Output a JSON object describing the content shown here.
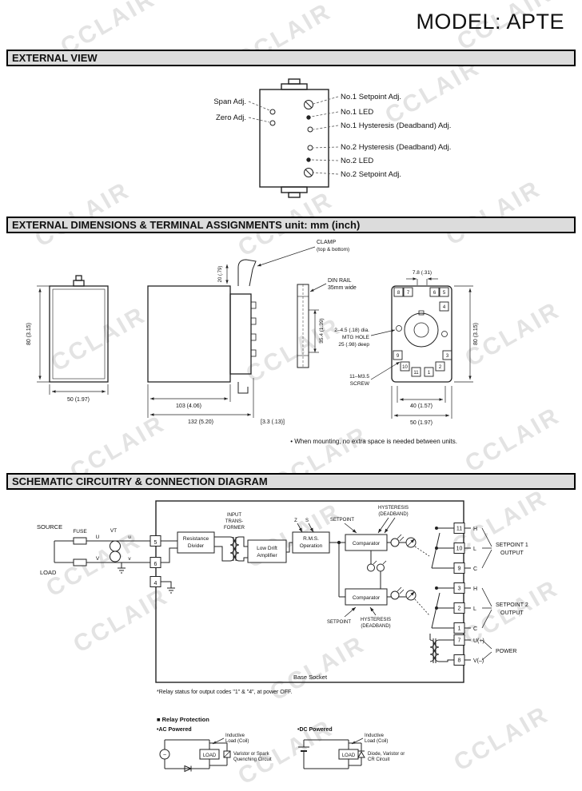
{
  "page": {
    "model_title": "MODEL: APTE",
    "watermark": "CCLAIR"
  },
  "external_view": {
    "title": "EXTERNAL VIEW",
    "labels_left": [
      "Span Adj.",
      "Zero Adj."
    ],
    "labels_right": [
      "No.1 Setpoint Adj.",
      "No.1 LED",
      "No.1 Hysteresis (Deadband) Adj.",
      "No.2 Hysteresis (Deadband) Adj.",
      "No.2 LED",
      "No.2 Setpoint Adj."
    ]
  },
  "dimensions": {
    "title": "EXTERNAL DIMENSIONS & TERMINAL ASSIGNMENTS unit: mm (inch)",
    "clamp": [
      "CLAMP",
      "(top & bottom)"
    ],
    "din_rail": [
      "DIN RAIL",
      "35mm wide"
    ],
    "dim_height_front": "80 (3.15)",
    "dim_width_front": "50 (1.97)",
    "dim_clamp": "20 (.79)",
    "dim_rail_height": "35.4 (1.39)",
    "dim_depth_body": "103 (4.06)",
    "dim_depth_total": "132 (5.20)",
    "dim_gap": "[3.3 (.13)]",
    "dim_pitch": "7.8 (.31)",
    "dim_height_rear": "80 (3.15)",
    "mtg_hole": [
      "2–4.5 (.18) dia.",
      "MTG HOLE",
      "25 (.98) deep"
    ],
    "screw": [
      "11–M3.5",
      "SCREW"
    ],
    "dim_rear_40": "40 (1.57)",
    "dim_rear_50": "50 (1.97)",
    "terminals": [
      "8",
      "7",
      "6",
      "5",
      "4",
      "9",
      "10",
      "11",
      "1",
      "2",
      "3"
    ],
    "note": "• When mounting, no extra space is needed between units."
  },
  "schematic": {
    "title": "SCHEMATIC CIRCUITRY & CONNECTION DIAGRAM",
    "source": "SOURCE",
    "fuse": "FUSE",
    "load": "LOAD",
    "vt": "VT",
    "prim_u": "U",
    "prim_v": "V",
    "sec_u": "u",
    "sec_v": "v",
    "term_left": [
      "5",
      "6",
      "4"
    ],
    "blocks": {
      "resistance": [
        "Resistance",
        "Divider"
      ],
      "input_transformer": [
        "INPUT",
        "TRANS-",
        "FORMER"
      ],
      "amplifier": [
        "Low Drift",
        "Amplifier"
      ],
      "rms": [
        "R.M.S.",
        "Operation"
      ],
      "comparator1": "Comparator",
      "comparator2": "Comparator"
    },
    "adj_z": "Z",
    "adj_s": "S",
    "setpoint1_adj": "SETPOINT",
    "setpoint2_adj": "SETPOINT",
    "hysteresis1": [
      "HYSTERESIS",
      "(DEADBAND)"
    ],
    "hysteresis2": [
      "HYSTERESIS",
      "(DEADBAND)"
    ],
    "term_right": [
      "11",
      "10",
      "9",
      "3",
      "2",
      "1",
      "7",
      "8"
    ],
    "term_tags": [
      "H",
      "L",
      "C",
      "H",
      "L",
      "C",
      "U(+)",
      "V(–)"
    ],
    "output1": [
      "SETPOINT 1",
      "OUTPUT"
    ],
    "output2": [
      "SETPOINT 2",
      "OUTPUT"
    ],
    "power": "POWER",
    "base_socket": "Base Socket",
    "relay_note": "*Relay status for output codes \"1\" & \"4\", at power OFF.",
    "protection": {
      "title": "■ Relay Protection",
      "ac_title": "•AC Powered",
      "dc_title": "•DC Powered",
      "inductive_ac": [
        "Inductive",
        "Load (Coil)"
      ],
      "inductive_dc": [
        "Inductive",
        "Load (Coil)"
      ],
      "ac_note": [
        "Varistor or Spark",
        "Quenching Circuit"
      ],
      "dc_note": [
        "Diode, Varistor or",
        "CR Circuit"
      ],
      "load_ac": "LOAD",
      "load_dc": "LOAD"
    }
  }
}
